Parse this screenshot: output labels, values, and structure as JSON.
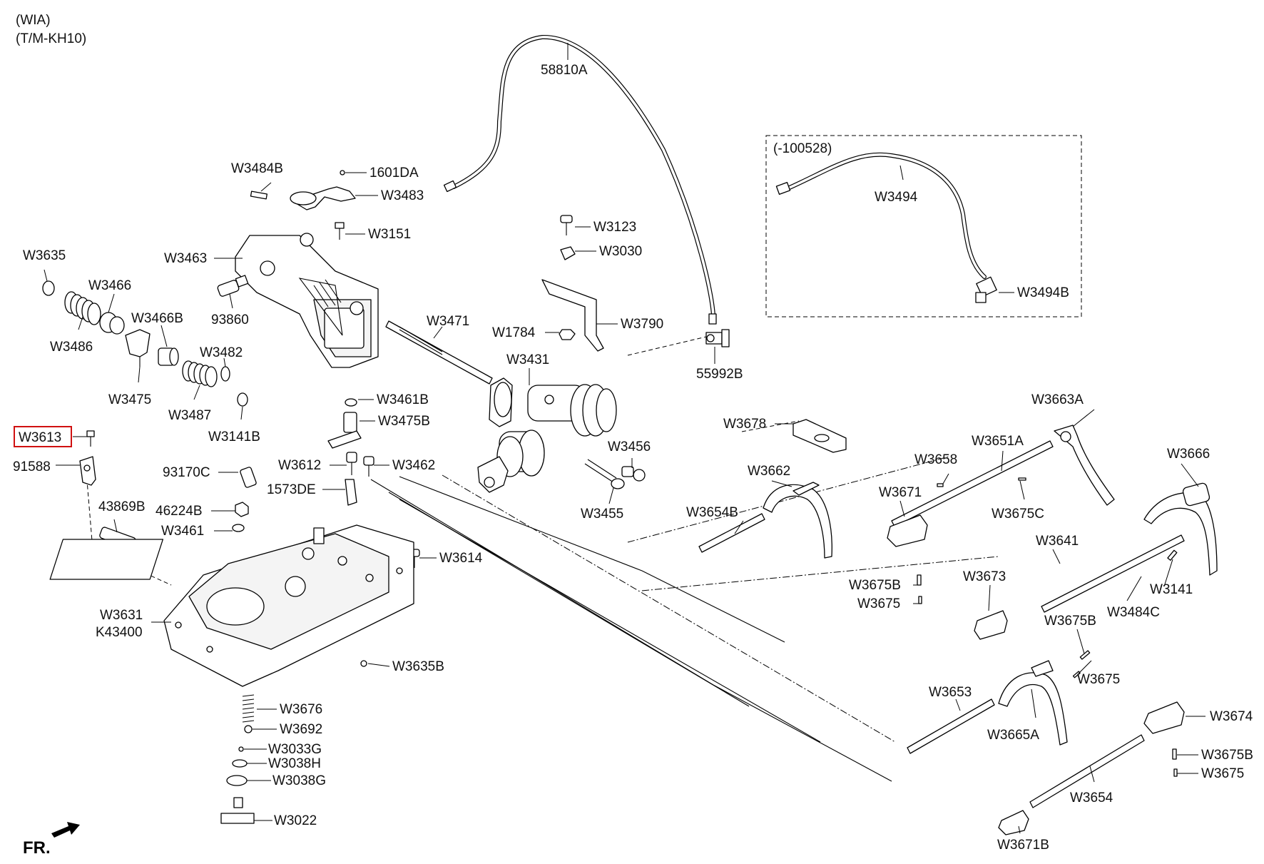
{
  "header": {
    "line1": "(WIA)",
    "line2": "(T/M-KH10)"
  },
  "direction_label": "FR.",
  "inset": {
    "label": "(-100528)"
  },
  "highlighted_part": "W3613",
  "labels": {
    "p58810A": "58810A",
    "p1601DA": "1601DA",
    "p3484B": "W3484B",
    "p3483": "W3483",
    "p3151": "W3151",
    "p3463": "W3463",
    "p3635": "W3635",
    "p3466": "W3466",
    "p3486": "W3486",
    "p93860": "93860",
    "p3466B": "W3466B",
    "p3471": "W3471",
    "p3482": "W3482",
    "p3475": "W3475",
    "p3487": "W3487",
    "p3141B": "W3141B",
    "p3461B": "W3461B",
    "p3475B": "W3475B",
    "p3613": "W3613",
    "p91588": "91588",
    "p93170C": "93170C",
    "p3612": "W3612",
    "p3462": "W3462",
    "p1573DE": "1573DE",
    "p43869B": "43869B",
    "p46224B": "46224B",
    "p3461": "W3461",
    "p3614": "W3614",
    "p3631": "W3631",
    "pK43400": "K43400",
    "p3635B": "W3635B",
    "p3676": "W3676",
    "p3692": "W3692",
    "p3033G": "W3033G",
    "p3038H": "W3038H",
    "p3038G": "W3038G",
    "p3022": "W3022",
    "p3123": "W3123",
    "p3030": "W3030",
    "p1784": "W1784",
    "p3790": "W3790",
    "p3431": "W3431",
    "p55992B": "55992B",
    "p3456": "W3456",
    "p3455": "W3455",
    "p3494": "W3494",
    "p3494B": "W3494B",
    "p3678": "W3678",
    "p3662": "W3662",
    "p3654B": "W3654B",
    "p3658": "W3658",
    "p3651A": "W3651A",
    "p3663A": "W3663A",
    "p3666": "W3666",
    "p3671": "W3671",
    "p3675C": "W3675C",
    "p3641": "W3641",
    "p3675B_a": "W3675B",
    "p3675_a": "W3675",
    "p3673": "W3673",
    "p3141": "W3141",
    "p3484C": "W3484C",
    "p3675B_b": "W3675B",
    "p3675_b": "W3675",
    "p3653": "W3653",
    "p3665A": "W3665A",
    "p3674": "W3674",
    "p3675B_c": "W3675B",
    "p3675_c": "W3675",
    "p3654": "W3654",
    "p3671B": "W3671B"
  }
}
